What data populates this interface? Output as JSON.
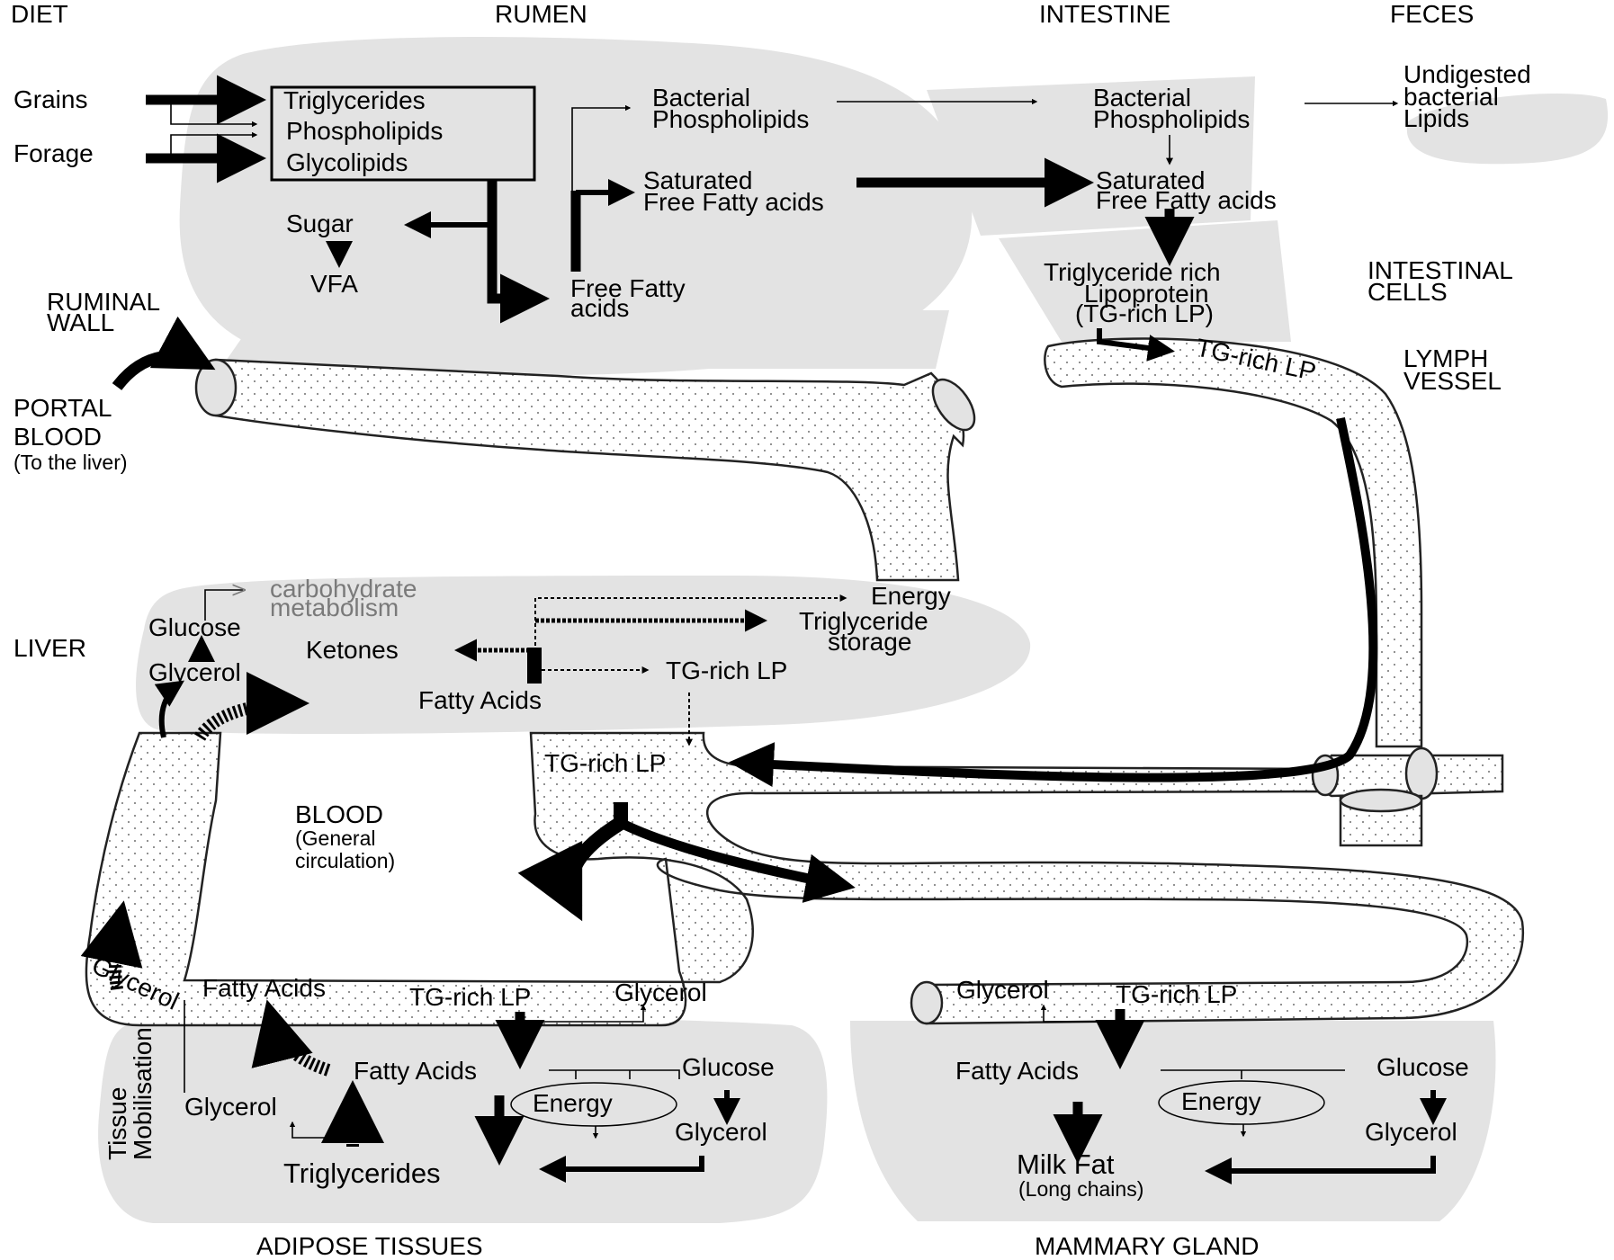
{
  "headers": {
    "diet": "DIET",
    "rumen": "RUMEN",
    "intestine": "INTESTINE",
    "feces": "FECES",
    "ruminal_wall_1": "RUMINAL",
    "ruminal_wall_2": "WALL",
    "intestinal_cells_1": "INTESTINAL",
    "intestinal_cells_2": "CELLS",
    "lymph_vessel_1": "LYMPH",
    "lymph_vessel_2": "VESSEL",
    "portal_blood_1": "PORTAL",
    "portal_blood_2": "BLOOD",
    "portal_blood_3": "(To the liver)",
    "liver": "LIVER",
    "blood_1": "BLOOD",
    "blood_2": "(General",
    "blood_3": "circulation)",
    "adipose": "ADIPOSE TISSUES",
    "mammary": "MAMMARY GLAND",
    "tissue_mob_1": "Tissue",
    "tissue_mob_2": "Mobilisation"
  },
  "diet": {
    "grains": "Grains",
    "forage": "Forage"
  },
  "rumen": {
    "triglycerides": "Triglycerides",
    "phospholipids": "Phospholipids",
    "glycolipids": "Glycolipids",
    "sugar": "Sugar",
    "vfa": "VFA",
    "free_fa_1": "Free Fatty",
    "free_fa_2": "acids",
    "bact_pl_1": "Bacterial",
    "bact_pl_2": "Phospholipids",
    "sat_ffa_1": "Saturated",
    "sat_ffa_2": "Free Fatty acids"
  },
  "intestine": {
    "bact_pl_1": "Bacterial",
    "bact_pl_2": "Phospholipids",
    "sat_ffa_1": "Saturated",
    "sat_ffa_2": "Free Fatty acids",
    "tg_rich_1": "Triglyceride rich",
    "tg_rich_2": "Lipoprotein",
    "tg_rich_3": "(TG-rich LP)",
    "lymph_tg": "TG-rich LP"
  },
  "feces": {
    "undigested_1": "Undigested",
    "undigested_2": "bacterial",
    "undigested_3": "Lipids"
  },
  "liver": {
    "carb_1": "carbohydrate",
    "carb_2": "metabolism",
    "glucose": "Glucose",
    "glycerol": "Glycerol",
    "ketones": "Ketones",
    "energy": "Energy",
    "tg_storage_1": "Triglyceride",
    "tg_storage_2": "storage",
    "tg_rich_lp": "TG-rich LP",
    "fatty_acids": "Fatty Acids"
  },
  "blood": {
    "tg_rich_lp": "TG-rich LP",
    "glycerol_curve": "Glycerol",
    "fatty_acids_adipose": "Fatty Acids",
    "tg_rich_lp_adipose": "TG-rich LP",
    "glycerol_adipose": "Glycerol",
    "glycerol_mammary": "Glycerol",
    "tg_rich_lp_mammary": "TG-rich LP"
  },
  "adipose": {
    "fatty_acids": "Fatty Acids",
    "glucose": "Glucose",
    "energy": "Energy",
    "glycerol_left": "Glycerol",
    "glycerol_right": "Glycerol",
    "triglycerides": "Triglycerides"
  },
  "mammary": {
    "fatty_acids": "Fatty Acids",
    "glucose": "Glucose",
    "energy": "Energy",
    "glycerol": "Glycerol",
    "milk_fat": "Milk Fat",
    "long_chains": "(Long chains)"
  }
}
